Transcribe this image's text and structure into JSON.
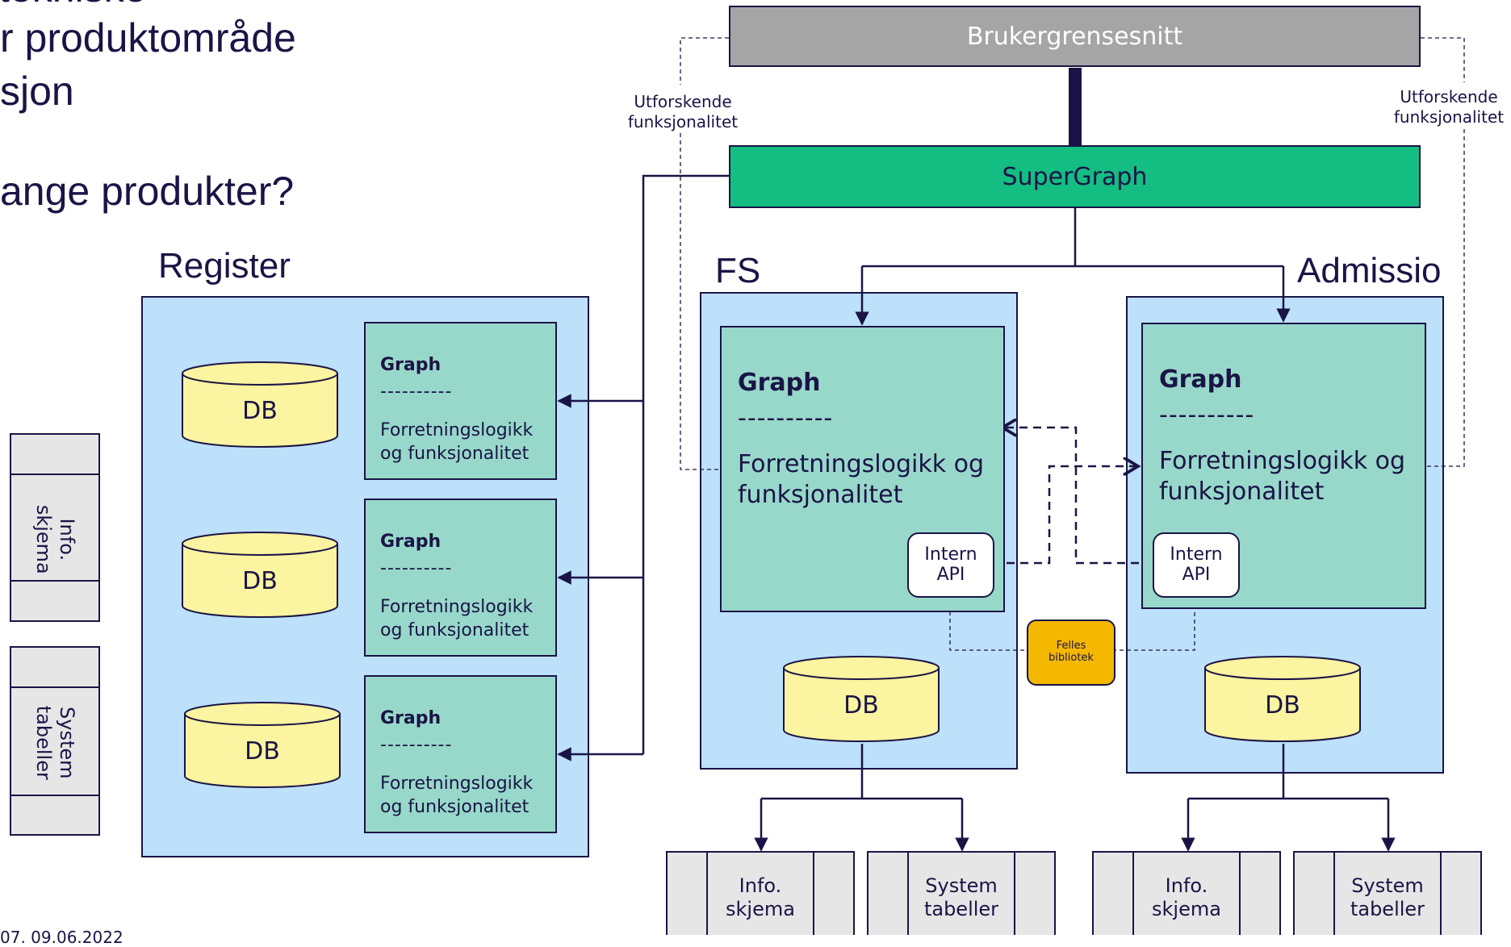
{
  "slide": {
    "lines": [
      "r produktområde",
      "sjon",
      "ange produkter?"
    ],
    "footer": "07. 09.06.2022"
  },
  "top": {
    "ui_label": "Brukergrensesnitt",
    "supergraph_label": "SuperGraph",
    "explore_left": [
      "Utforskende",
      "funksjonalitet"
    ],
    "explore_right": [
      "Utforskende",
      "funksjonalitet"
    ]
  },
  "register": {
    "title": "Register",
    "db_label": "DB",
    "graphs": [
      {
        "title": "Graph",
        "sep": "----------",
        "body": [
          "Forretningslogikk",
          "og funksjonalitet"
        ]
      },
      {
        "title": "Graph",
        "sep": "----------",
        "body": [
          "Forretningslogikk",
          "og funksjonalitet"
        ]
      },
      {
        "title": "Graph",
        "sep": "----------",
        "body": [
          "Forretningslogikk",
          "og funksjonalitet"
        ]
      }
    ],
    "side_boxes": [
      {
        "lines": [
          "Info.",
          "skjema"
        ]
      },
      {
        "lines": [
          "System",
          "tabeller"
        ]
      }
    ]
  },
  "fs": {
    "title": "FS",
    "graph_title": "Graph",
    "graph_sep": "----------",
    "graph_body": [
      "Forretningslogikk og",
      "funksjonalitet"
    ],
    "api": [
      "Intern",
      "API"
    ],
    "db_label": "DB",
    "tables": [
      {
        "lines": [
          "Info.",
          "skjema"
        ]
      },
      {
        "lines": [
          "System",
          "tabeller"
        ]
      }
    ]
  },
  "admissio": {
    "title": "Admissio",
    "graph_title": "Graph",
    "graph_sep": "----------",
    "graph_body": [
      "Forretningslogikk og",
      "funksjonalitet"
    ],
    "api": [
      "Intern",
      "API"
    ],
    "db_label": "DB",
    "tables": [
      {
        "lines": [
          "Info.",
          "skjema"
        ]
      },
      {
        "lines": [
          "System",
          "tabeller"
        ]
      }
    ]
  },
  "library": {
    "lines": [
      "Felles",
      "bibliotek"
    ]
  },
  "colors": {
    "navy": "#1a1446",
    "light_blue": "#bde0fb",
    "teal": "#98d8ca",
    "green": "#14bd82",
    "gray": "#a5a5a5",
    "db_yellow": "#fbf4a0",
    "gold": "#f5b800",
    "table_gray": "#e6e6e6"
  }
}
